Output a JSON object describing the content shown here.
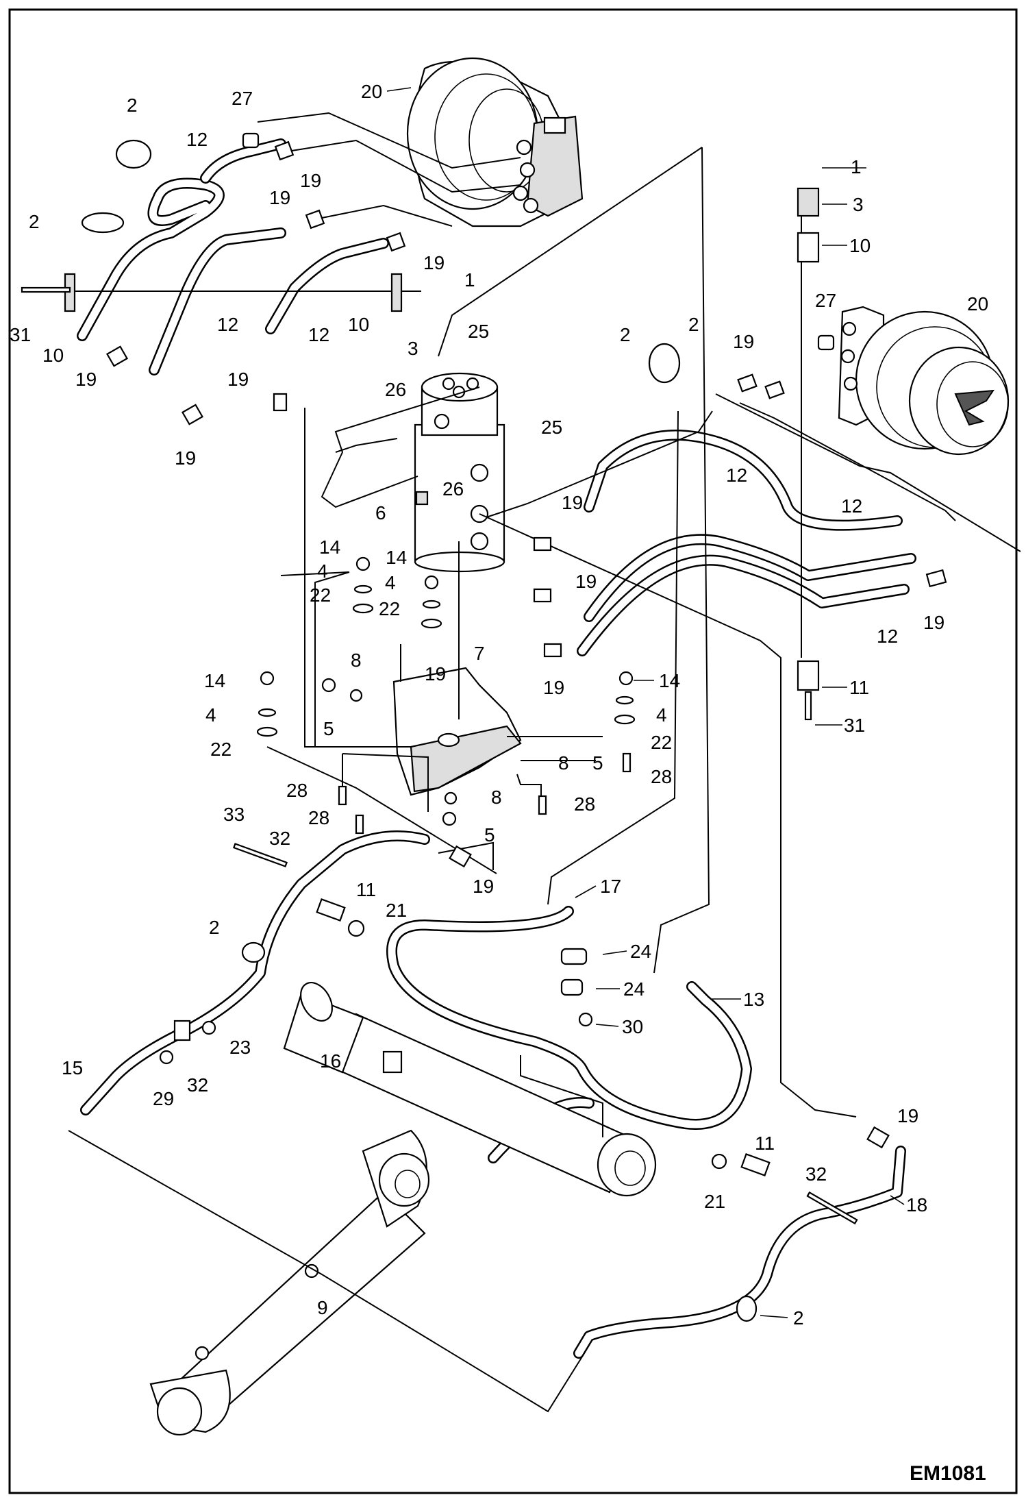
{
  "diagram": {
    "reference_code": "EM1081",
    "callouts": [
      {
        "id": "c20a",
        "label": "20"
      },
      {
        "id": "c27a",
        "label": "27"
      },
      {
        "id": "c2a",
        "label": "2"
      },
      {
        "id": "c12a",
        "label": "12"
      },
      {
        "id": "c19a",
        "label": "19"
      },
      {
        "id": "c19b",
        "label": "19"
      },
      {
        "id": "c19c",
        "label": "19"
      },
      {
        "id": "c2b",
        "label": "2"
      },
      {
        "id": "c19d",
        "label": "19"
      },
      {
        "id": "c1a",
        "label": "1"
      },
      {
        "id": "c31a",
        "label": "31"
      },
      {
        "id": "c10a",
        "label": "10"
      },
      {
        "id": "c10b",
        "label": "10"
      },
      {
        "id": "c12b",
        "label": "12"
      },
      {
        "id": "c12c",
        "label": "12"
      },
      {
        "id": "c3a",
        "label": "3"
      },
      {
        "id": "c25a",
        "label": "25"
      },
      {
        "id": "c19e",
        "label": "19"
      },
      {
        "id": "c19f",
        "label": "19"
      },
      {
        "id": "c19g",
        "label": "19"
      },
      {
        "id": "c26a",
        "label": "26"
      },
      {
        "id": "c25b",
        "label": "25"
      },
      {
        "id": "c26b",
        "label": "26"
      },
      {
        "id": "c6",
        "label": "6"
      },
      {
        "id": "c19h",
        "label": "19"
      },
      {
        "id": "c14a",
        "label": "14"
      },
      {
        "id": "c4a",
        "label": "4"
      },
      {
        "id": "c22a",
        "label": "22"
      },
      {
        "id": "c14b",
        "label": "14"
      },
      {
        "id": "c4b",
        "label": "4"
      },
      {
        "id": "c22b",
        "label": "22"
      },
      {
        "id": "c19i",
        "label": "19"
      },
      {
        "id": "c8a",
        "label": "8"
      },
      {
        "id": "c7",
        "label": "7"
      },
      {
        "id": "c14c",
        "label": "14"
      },
      {
        "id": "c4c",
        "label": "4"
      },
      {
        "id": "c22c",
        "label": "22"
      },
      {
        "id": "c5a",
        "label": "5"
      },
      {
        "id": "c19j",
        "label": "19"
      },
      {
        "id": "c14d",
        "label": "14"
      },
      {
        "id": "c4d",
        "label": "4"
      },
      {
        "id": "c22d",
        "label": "22"
      },
      {
        "id": "c8b",
        "label": "8"
      },
      {
        "id": "c5b",
        "label": "5"
      },
      {
        "id": "c28a",
        "label": "28"
      },
      {
        "id": "c28b",
        "label": "28"
      },
      {
        "id": "c8c",
        "label": "8"
      },
      {
        "id": "c28c",
        "label": "28"
      },
      {
        "id": "c28d",
        "label": "28"
      },
      {
        "id": "c5c",
        "label": "5"
      },
      {
        "id": "c1b",
        "label": "1"
      },
      {
        "id": "c3b",
        "label": "3"
      },
      {
        "id": "c10c",
        "label": "10"
      },
      {
        "id": "c27b",
        "label": "27"
      },
      {
        "id": "c20b",
        "label": "20"
      },
      {
        "id": "c2c",
        "label": "2"
      },
      {
        "id": "c2d",
        "label": "2"
      },
      {
        "id": "c19k",
        "label": "19"
      },
      {
        "id": "c12d",
        "label": "12"
      },
      {
        "id": "c12e",
        "label": "12"
      },
      {
        "id": "c12f",
        "label": "12"
      },
      {
        "id": "c19l",
        "label": "19"
      },
      {
        "id": "c11a",
        "label": "11"
      },
      {
        "id": "c31b",
        "label": "31"
      },
      {
        "id": "c33",
        "label": "33"
      },
      {
        "id": "c32a",
        "label": "32"
      },
      {
        "id": "c11b",
        "label": "11"
      },
      {
        "id": "c21a",
        "label": "21"
      },
      {
        "id": "c19m",
        "label": "19"
      },
      {
        "id": "c2e",
        "label": "2"
      },
      {
        "id": "c17",
        "label": "17"
      },
      {
        "id": "c24a",
        "label": "24"
      },
      {
        "id": "c24b",
        "label": "24"
      },
      {
        "id": "c30",
        "label": "30"
      },
      {
        "id": "c13",
        "label": "13"
      },
      {
        "id": "c23",
        "label": "23"
      },
      {
        "id": "c15",
        "label": "15"
      },
      {
        "id": "c16",
        "label": "16"
      },
      {
        "id": "c29",
        "label": "29"
      },
      {
        "id": "c32b",
        "label": "32"
      },
      {
        "id": "c19n",
        "label": "19"
      },
      {
        "id": "c11c",
        "label": "11"
      },
      {
        "id": "c32c",
        "label": "32"
      },
      {
        "id": "c21b",
        "label": "21"
      },
      {
        "id": "c18",
        "label": "18"
      },
      {
        "id": "c9",
        "label": "9"
      },
      {
        "id": "c2f",
        "label": "2"
      }
    ]
  }
}
